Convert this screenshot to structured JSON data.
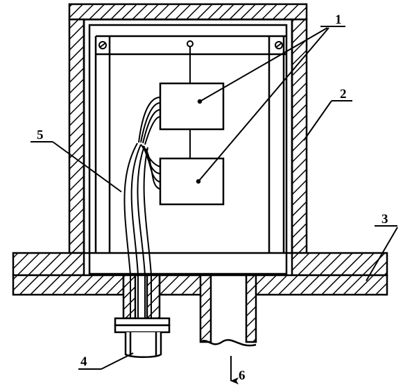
{
  "labels": {
    "sensor_units": "1",
    "housing": "2",
    "base_flange": "3",
    "cable_gland": "4",
    "wire_bundle": "5",
    "outlet_direction": "6"
  },
  "colors": {
    "ink": "#000000",
    "paper": "#ffffff"
  }
}
